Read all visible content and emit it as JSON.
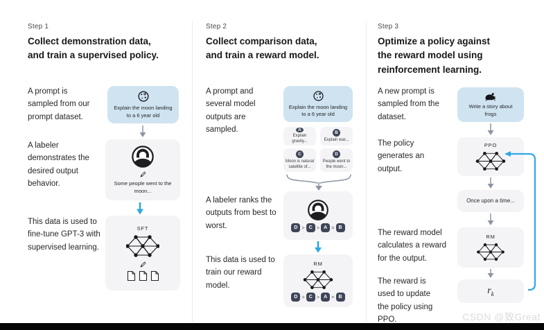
{
  "watermark": "CSDN @致Great",
  "colors": {
    "prompt_box_bg": "#cfe3f1",
    "card_bg": "#f4f4f6",
    "arrow_gray": "#8e95a5",
    "arrow_blue": "#30a7e3",
    "badge_bg": "#3f4557",
    "heading_text": "#17171a",
    "bottom_bar": "#050505",
    "watermark_text": "#dcdcdc"
  },
  "steps": [
    {
      "label": "Step 1",
      "heading_lines": [
        "Collect demonstration data,",
        "and train a supervised policy."
      ],
      "captions": [
        "A prompt is sampled from our prompt dataset.",
        "A labeler demonstrates the desired output behavior.",
        "This data is used to fine-tune GPT-3 with supervised learning."
      ],
      "prompt": "Explain the moon landing to a 6 year old",
      "demo_output": "Some people went to the moon...",
      "model_label": "SFT"
    },
    {
      "label": "Step 2",
      "heading_lines": [
        "Collect comparison data,",
        "and train a reward model."
      ],
      "captions": [
        "A prompt and several model outputs are sampled.",
        "A labeler ranks the outputs from best to worst.",
        "This data is used to train our reward model."
      ],
      "prompt": "Explain the moon landing to a 6 year old",
      "outputs": [
        {
          "badge": "A",
          "text": "Explain gravity..."
        },
        {
          "badge": "B",
          "text": "Explain war..."
        },
        {
          "badge": "C",
          "text": "Moon is natural satellite of..."
        },
        {
          "badge": "D",
          "text": "People went to the moon..."
        }
      ],
      "ranking": [
        "D",
        ">",
        "C",
        ">",
        "A",
        "=",
        "B"
      ],
      "model_label": "RM"
    },
    {
      "label": "Step 3",
      "heading_lines": [
        "Optimize a policy against",
        "the reward model using",
        "reinforcement learning."
      ],
      "captions": [
        "A new prompt is sampled from the dataset.",
        "The policy generates an output.",
        "The reward model calculates a reward for the output.",
        "The reward is used to update the policy using PPO."
      ],
      "prompt": "Write a story about frogs",
      "policy_label": "PPO",
      "output_text": "Once upon a time...",
      "rm_label": "RM",
      "reward_base": "r",
      "reward_sub": "k"
    }
  ]
}
